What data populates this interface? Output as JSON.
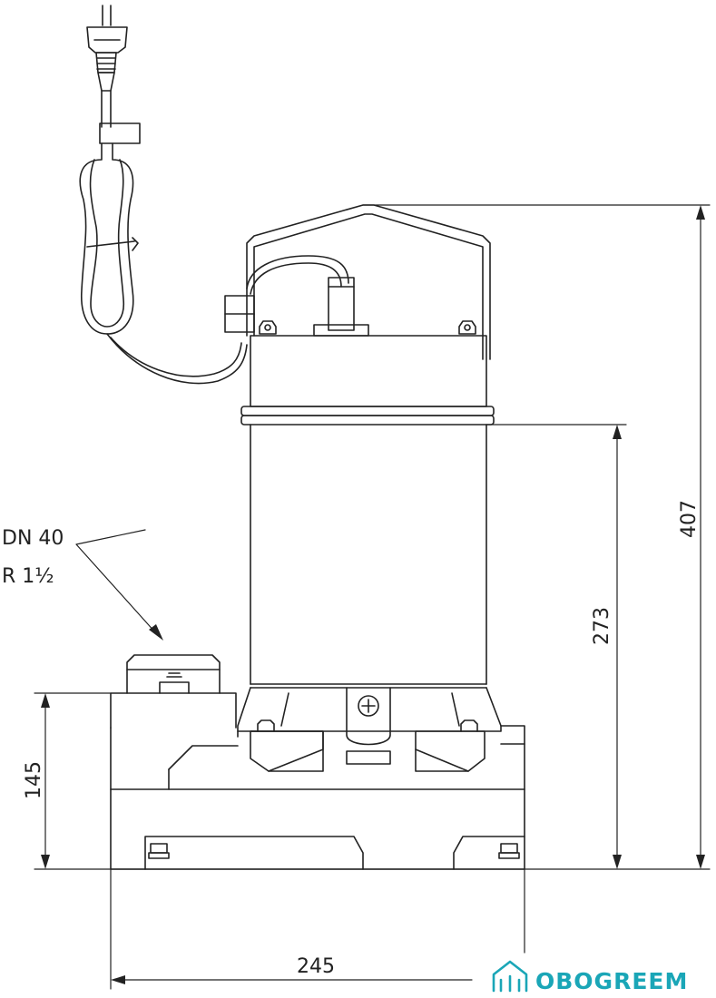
{
  "dimensions": {
    "overall_height": "407",
    "body_height": "273",
    "base_height": "145",
    "width": "245"
  },
  "outlet": {
    "line1": "DN 40",
    "line2": "R 1½"
  },
  "brand": {
    "name": "OBOGREEM"
  },
  "colors": {
    "line": "#222222",
    "brand": "#1aa6b7"
  },
  "icons": [
    "house-icon"
  ]
}
